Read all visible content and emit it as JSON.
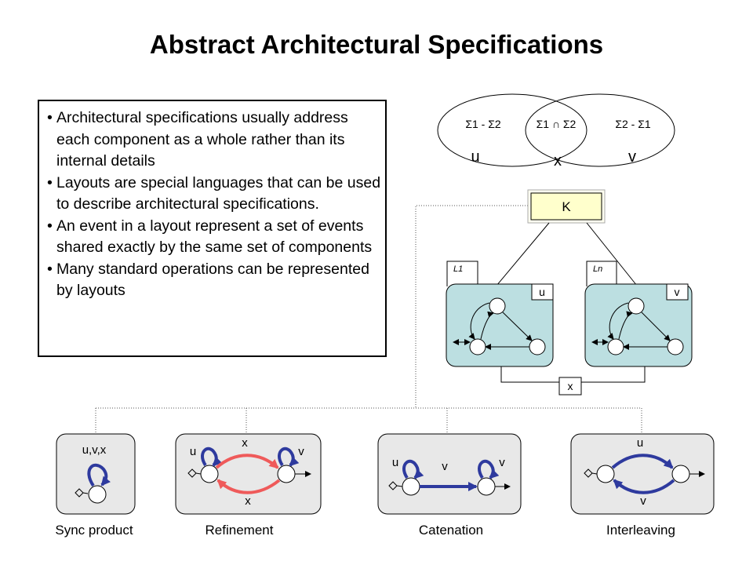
{
  "title": "Abstract Architectural Specifications",
  "bullets": [
    "Architectural specifications usually address each component as a whole rather than its internal details",
    "Layouts are special languages that can be used to describe architectural specifications.",
    "An event in a layout represent a set of events shared exactly by the same set of components",
    "Many standard operations can be represented by layouts"
  ],
  "venn": {
    "left_region": "Σ1 - Σ2",
    "middle_region": "Σ1 ∩ Σ2",
    "right_region": "Σ2 - Σ1",
    "left_event": "u",
    "middle_event": "x",
    "right_event": "v"
  },
  "architecture": {
    "top_box": "K",
    "left_component_label": "L1",
    "right_component_label": "Ln",
    "left_component_event": "u",
    "right_component_event": "v",
    "shared_event": "x"
  },
  "operations": [
    {
      "name": "Sync product",
      "labels": [
        "u,v,x"
      ]
    },
    {
      "name": "Refinement",
      "labels": [
        "u",
        "x",
        "v",
        "x"
      ]
    },
    {
      "name": "Catenation",
      "labels": [
        "u",
        "v",
        "v"
      ]
    },
    {
      "name": "Interleaving",
      "labels": [
        "u",
        "v"
      ]
    }
  ],
  "colors": {
    "component_fill": "#bcdfe1",
    "operation_fill": "#e8e8e8",
    "loop_blue": "#2e3a9e",
    "refinement_red": "#ef5a5a",
    "top_box_fill": "#ffffcc"
  }
}
